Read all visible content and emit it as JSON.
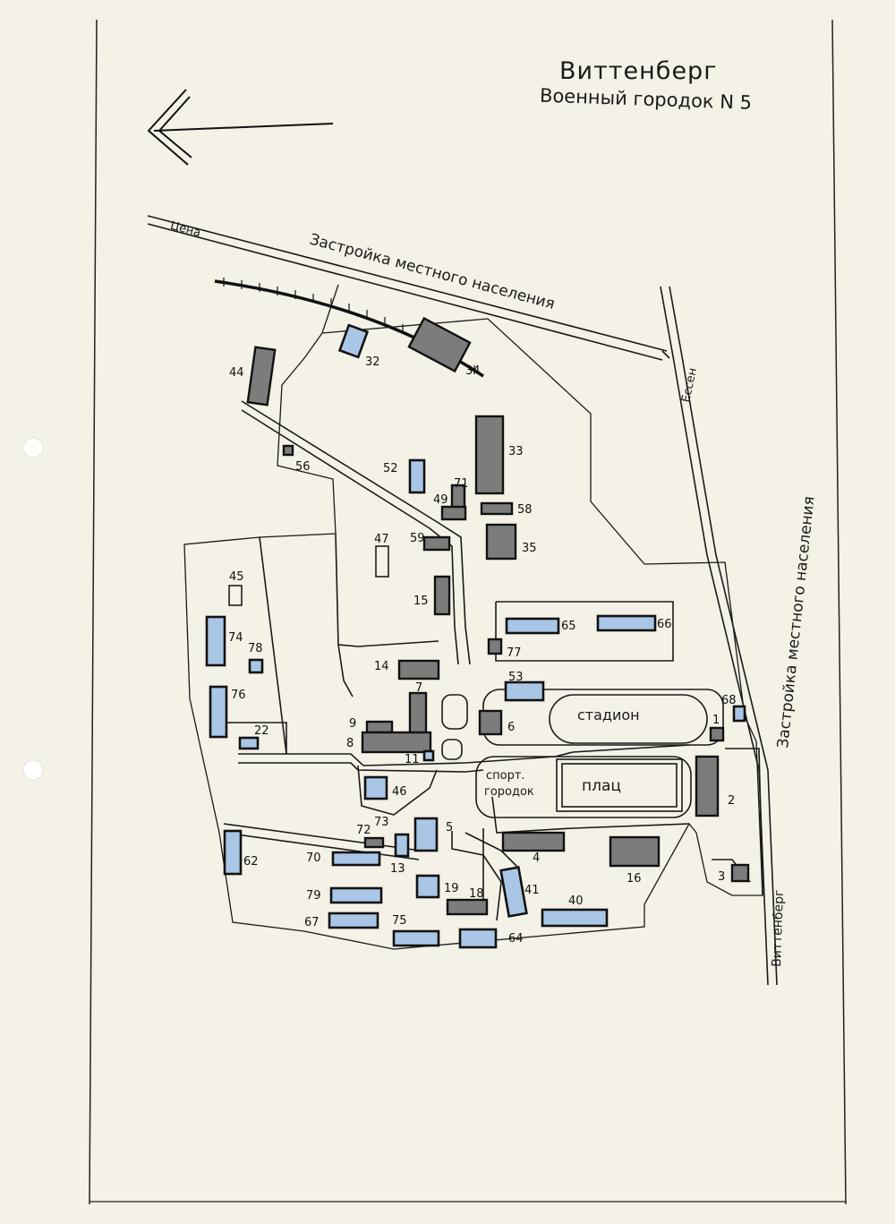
{
  "title": "Виттенберг",
  "subtitle": "Военный городок N 5",
  "directions": {
    "top_left": "Цена",
    "right_top": "Ессен",
    "bottom_right": "Виттенберг"
  },
  "areas": {
    "local_top": "Застройка местного населения",
    "local_right": "Застройка местного населения",
    "stadium": "стадион",
    "sports_line1": "спорт.",
    "sports_line2": "городок",
    "parade": "плац"
  },
  "colors": {
    "paper": "#f4f1e6",
    "ink": "#1a1a1a",
    "blue_building": "#a9c6e6",
    "grey_building": "#7c7c7c"
  },
  "buildings": [
    {
      "id": "32",
      "fill": "blue"
    },
    {
      "id": "34",
      "fill": "grey"
    },
    {
      "id": "44",
      "fill": "grey"
    },
    {
      "id": "33",
      "fill": "grey"
    },
    {
      "id": "56",
      "fill": "grey"
    },
    {
      "id": "52",
      "fill": "blue"
    },
    {
      "id": "71",
      "fill": "grey"
    },
    {
      "id": "49",
      "fill": "grey"
    },
    {
      "id": "58",
      "fill": "grey"
    },
    {
      "id": "35",
      "fill": "grey"
    },
    {
      "id": "59",
      "fill": "grey"
    },
    {
      "id": "47",
      "fill": "none"
    },
    {
      "id": "45",
      "fill": "none"
    },
    {
      "id": "15",
      "fill": "grey"
    },
    {
      "id": "74",
      "fill": "blue"
    },
    {
      "id": "78",
      "fill": "blue"
    },
    {
      "id": "65",
      "fill": "blue"
    },
    {
      "id": "66",
      "fill": "blue"
    },
    {
      "id": "77",
      "fill": "grey"
    },
    {
      "id": "14",
      "fill": "grey"
    },
    {
      "id": "53",
      "fill": "blue"
    },
    {
      "id": "76",
      "fill": "blue"
    },
    {
      "id": "7",
      "fill": "grey"
    },
    {
      "id": "68",
      "fill": "blue"
    },
    {
      "id": "9",
      "fill": "grey"
    },
    {
      "id": "8",
      "fill": "grey"
    },
    {
      "id": "6",
      "fill": "grey"
    },
    {
      "id": "22",
      "fill": "blue"
    },
    {
      "id": "1",
      "fill": "grey"
    },
    {
      "id": "11",
      "fill": "blue"
    },
    {
      "id": "46",
      "fill": "blue"
    },
    {
      "id": "2",
      "fill": "grey"
    },
    {
      "id": "5",
      "fill": "blue"
    },
    {
      "id": "73",
      "fill": "none"
    },
    {
      "id": "72",
      "fill": "grey"
    },
    {
      "id": "62",
      "fill": "blue"
    },
    {
      "id": "70",
      "fill": "blue"
    },
    {
      "id": "13",
      "fill": "blue"
    },
    {
      "id": "4",
      "fill": "grey"
    },
    {
      "id": "16",
      "fill": "grey"
    },
    {
      "id": "3",
      "fill": "grey"
    },
    {
      "id": "79",
      "fill": "blue"
    },
    {
      "id": "19",
      "fill": "blue"
    },
    {
      "id": "18",
      "fill": "grey"
    },
    {
      "id": "41",
      "fill": "blue"
    },
    {
      "id": "40",
      "fill": "blue"
    },
    {
      "id": "67",
      "fill": "blue"
    },
    {
      "id": "75",
      "fill": "blue"
    },
    {
      "id": "64",
      "fill": "blue"
    }
  ]
}
